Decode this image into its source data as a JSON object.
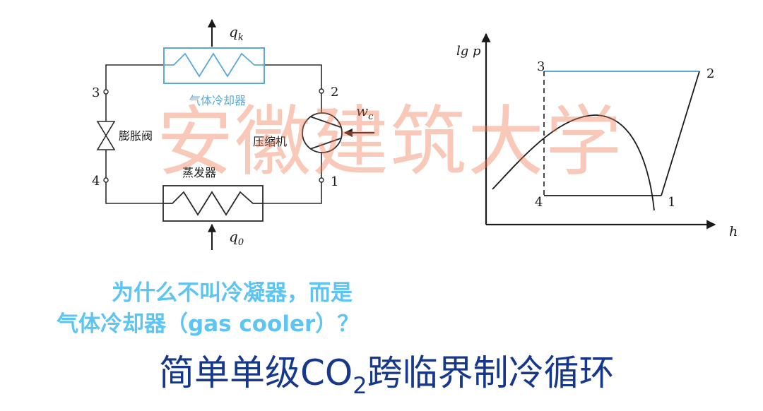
{
  "circuit": {
    "heat_out_label": "q",
    "heat_out_sub": "k",
    "heat_in_label": "q",
    "heat_in_sub": "0",
    "work_label": "w",
    "work_sub": "c",
    "gas_cooler_label": "气体冷却器",
    "expansion_valve_label": "膨胀阀",
    "compressor_label": "压缩机",
    "evaporator_label": "蒸发器",
    "node_3": "3",
    "node_4": "4",
    "node_2": "2",
    "node_1": "1"
  },
  "ph_chart": {
    "y_axis_label": "lg p",
    "x_axis_label": "h",
    "point_3": "3",
    "point_2": "2",
    "point_4": "4",
    "point_1": "1"
  },
  "watermark": "安徽建筑大学",
  "question": {
    "line1": "为什么不叫冷凝器，而是",
    "line2": "气体冷却器（gas cooler）？"
  },
  "title": {
    "before_sub": "简单单级CO",
    "sub": "2",
    "after_sub": "跨临界制冷循环"
  },
  "colors": {
    "gas_cooler": "#5aa8d8",
    "isobar_high": "#5aa8d8",
    "question_text": "#5ec4f2",
    "title_text": "#16388c",
    "watermark": "#ee7850"
  }
}
